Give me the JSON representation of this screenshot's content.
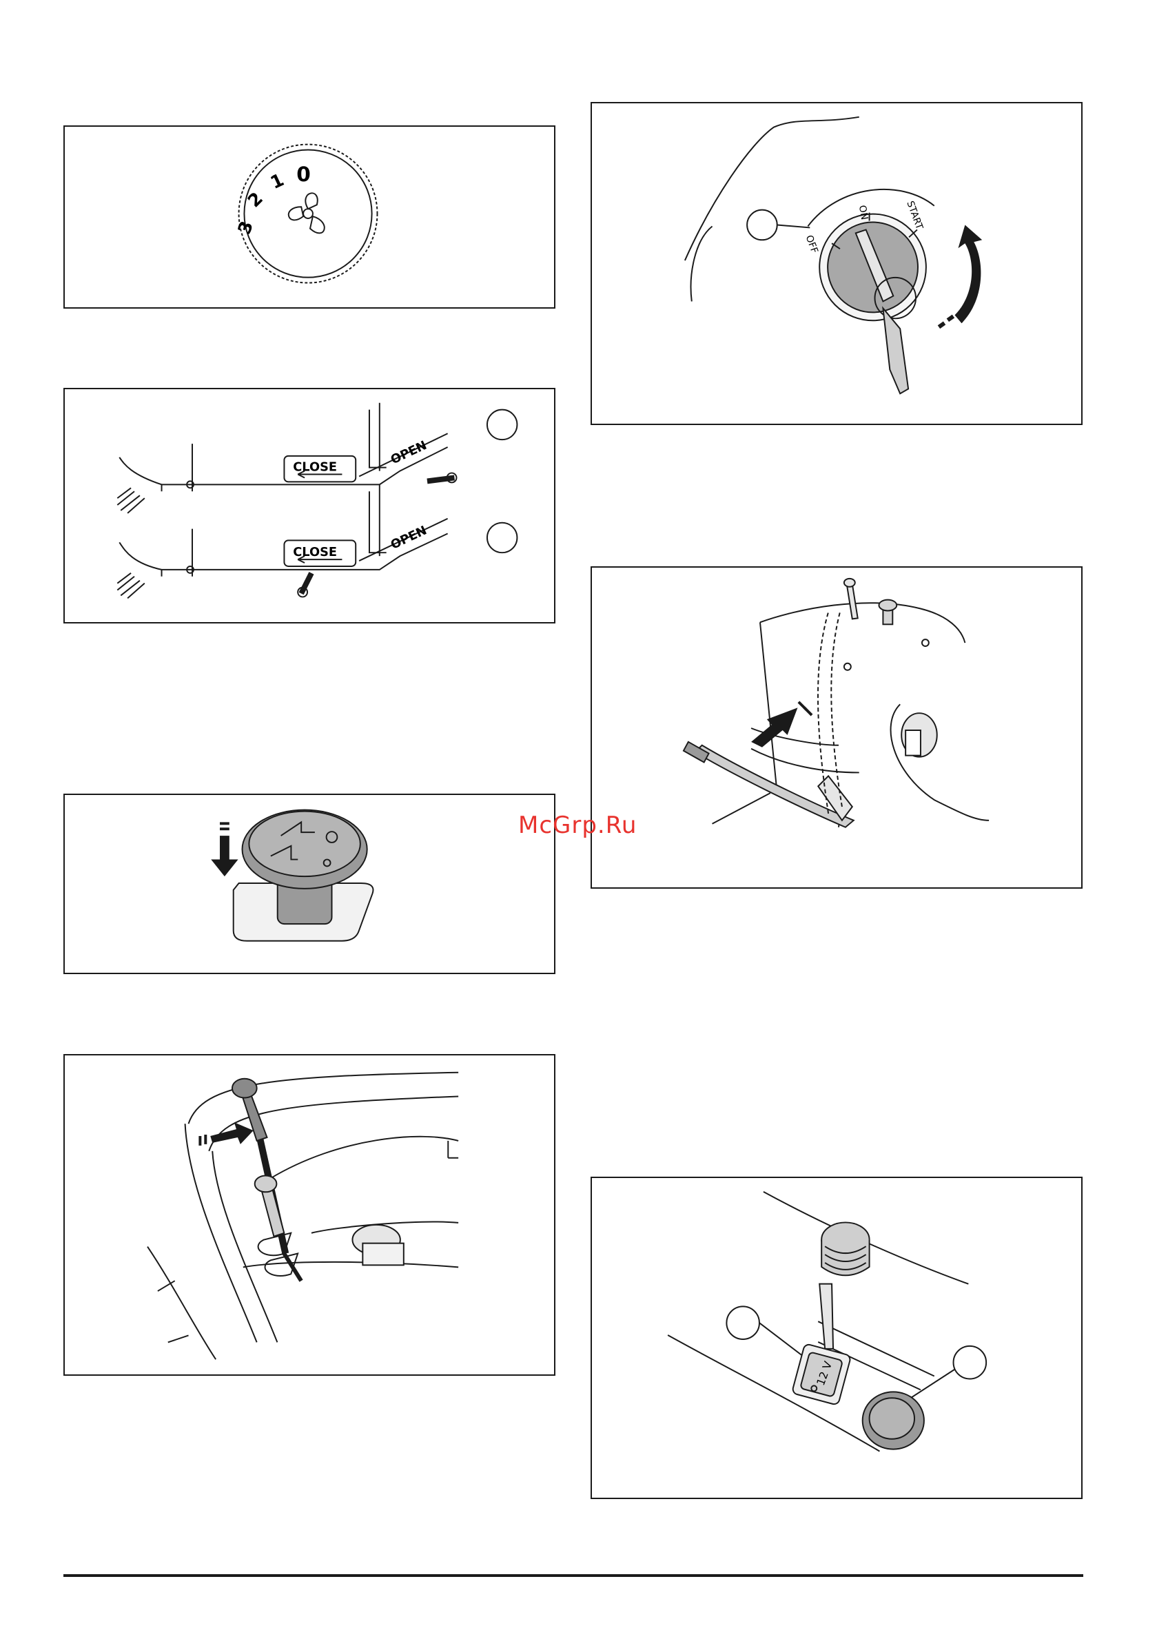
{
  "watermark": "McGrp.Ru",
  "figures": {
    "fan_knob": {
      "labels": [
        "3",
        "2",
        "1",
        "0"
      ]
    },
    "choke": {
      "close_label": "CLOSE",
      "open_label": "OPEN"
    },
    "pto_knob": {},
    "gear_lever": {},
    "ignition": {
      "off_label": "OFF",
      "on_label": "ON",
      "start_label": "START"
    },
    "height_lever": {},
    "outlet": {
      "voltage_label": "12 V"
    }
  },
  "colors": {
    "ink": "#1a1a1a",
    "watermark": "#e8332e",
    "knob_gray": "#9a9a9a",
    "lever_gray": "#8a8a8a"
  }
}
